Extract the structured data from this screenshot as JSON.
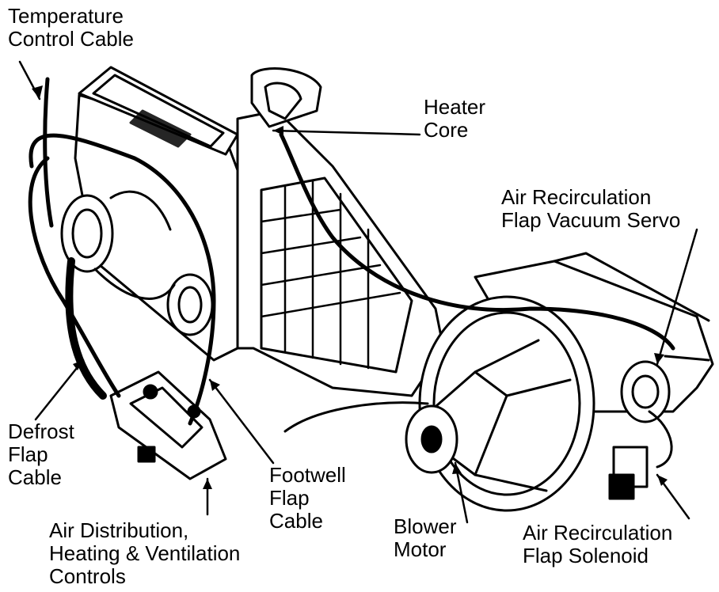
{
  "labels": {
    "temperature_cable": [
      "Temperature",
      "Control Cable"
    ],
    "heater_core": [
      "Heater",
      "Core"
    ],
    "recirc_servo": [
      "Air Recirculation",
      "Flap Vacuum Servo"
    ],
    "defrost_cable": [
      "Defrost",
      "Flap",
      "Cable"
    ],
    "footwell_cable": [
      "Footwell",
      "Flap",
      "Cable"
    ],
    "blower_motor": [
      "Blower",
      "Motor"
    ],
    "recirc_solenoid": [
      "Air Recirculation",
      "Flap Solenoid"
    ],
    "air_controls": [
      "Air Distribution,",
      "Heating & Ventilation",
      "Controls"
    ]
  }
}
